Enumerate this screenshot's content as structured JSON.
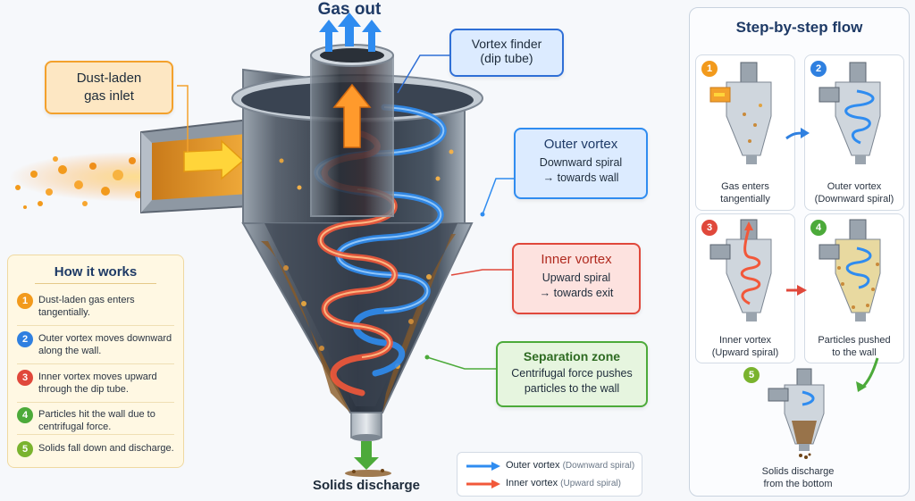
{
  "diagram": {
    "gas_out": "Gas out",
    "inlet_label": "Dust-laden\ngas inlet",
    "vortex_finder": {
      "title": "Vortex finder",
      "subtitle": "(dip tube)"
    },
    "outer_vortex": {
      "title": "Outer vortex",
      "line1": "Downward spiral",
      "line2": "→ towards wall"
    },
    "inner_vortex": {
      "title": "Inner vortex",
      "line1": "Upward spiral",
      "line2": "→ towards exit"
    },
    "separation_zone": {
      "title": "Separation zone",
      "line1": "Centrifugal force pushes",
      "line2": "particles to the wall"
    },
    "solids_discharge": "Solids discharge"
  },
  "how_it_works": {
    "title": "How it works",
    "items": [
      {
        "num": "1",
        "text": "Dust-laden gas enters tangentially."
      },
      {
        "num": "2",
        "text": "Outer vortex moves downward along the wall."
      },
      {
        "num": "3",
        "text": "Inner vortex moves upward through the dip tube."
      },
      {
        "num": "4",
        "text": "Particles hit the wall due to centrifugal force."
      },
      {
        "num": "5",
        "text": "Solids fall down and discharge."
      }
    ]
  },
  "legend": {
    "outer": {
      "label": "Outer vortex",
      "sub": "(Downward spiral)"
    },
    "inner": {
      "label": "Inner vortex",
      "sub": "(Upward spiral)"
    }
  },
  "steps": {
    "title": "Step-by-step flow",
    "items": [
      {
        "num": "1",
        "caption": "Gas enters\ntangentially"
      },
      {
        "num": "2",
        "caption": "Outer vortex\n(Downward spiral)"
      },
      {
        "num": "3",
        "caption": "Inner vortex\n(Upward spiral)"
      },
      {
        "num": "4",
        "caption": "Particles pushed\nto the wall"
      },
      {
        "num": "5",
        "caption": "Solids discharge\nfrom the bottom"
      }
    ]
  },
  "colors": {
    "step1": "#f29a1c",
    "step2": "#2f80e0",
    "step3": "#e0483b",
    "step4": "#4caa3a",
    "step5": "#7ab32e",
    "outer_vortex": "#2f8cf0",
    "inner_vortex": "#f2583a",
    "inlet": "#f3a12c",
    "separation": "#4caa3a"
  }
}
